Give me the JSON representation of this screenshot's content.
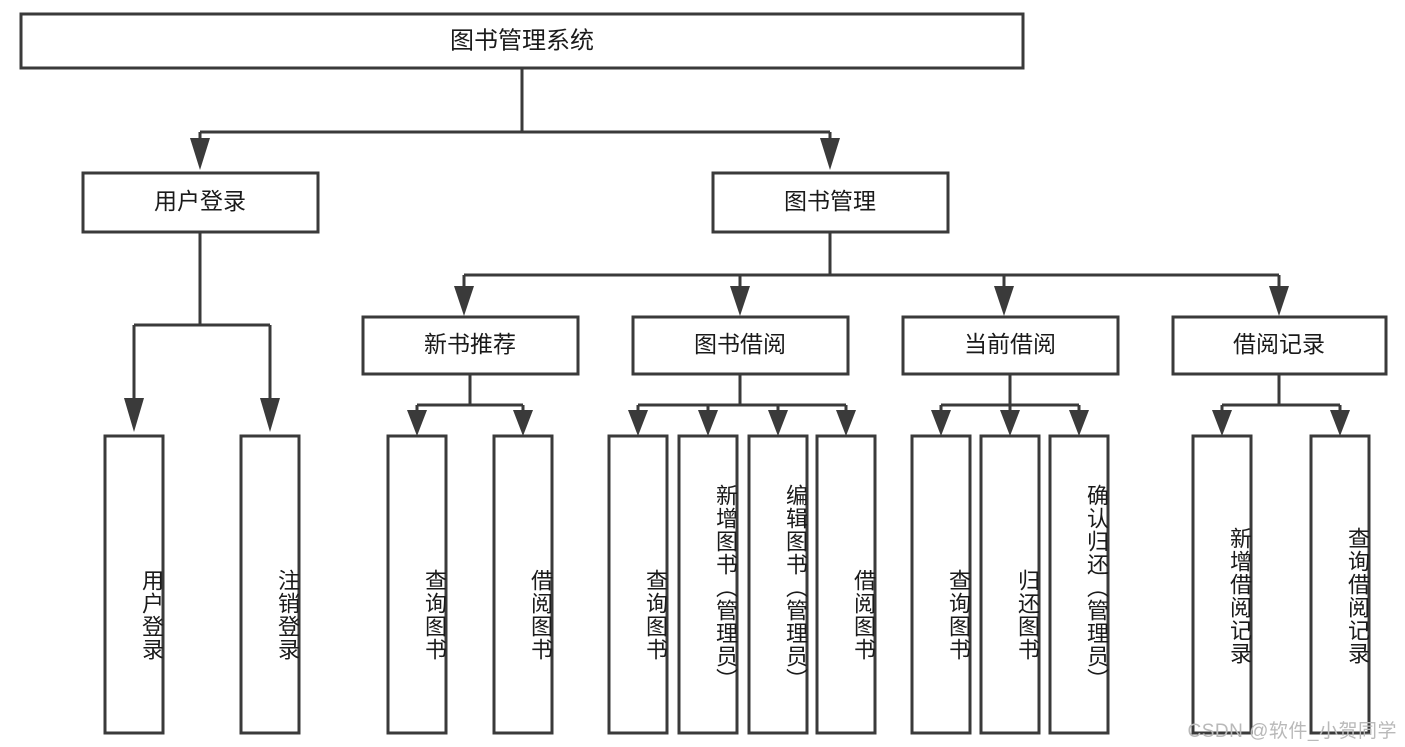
{
  "diagram": {
    "type": "tree-hierarchy-diagram",
    "title": "图书管理系统",
    "watermark": "CSDN @软件_小贺同学",
    "colors": {
      "stroke": "#3a3a3a",
      "box_fill": "#ffffff",
      "text": "#1a1a1a",
      "background": "#ffffff",
      "watermark": "#b9b9b9"
    },
    "root": {
      "label": "图书管理系统",
      "level": 1
    },
    "level2": [
      {
        "label": "用户登录"
      },
      {
        "label": "图书管理"
      }
    ],
    "level3": [
      {
        "label": "新书推荐",
        "parent": "图书管理"
      },
      {
        "label": "图书借阅",
        "parent": "图书管理"
      },
      {
        "label": "当前借阅",
        "parent": "图书管理"
      },
      {
        "label": "借阅记录",
        "parent": "图书管理"
      }
    ],
    "leaves": {
      "用户登录": [
        "用户登录",
        "注销登录"
      ],
      "新书推荐": [
        "查询图书",
        "借阅图书"
      ],
      "图书借阅": [
        "查询图书",
        "新增图书（管理员）",
        "编辑图书（管理员）",
        "借阅图书"
      ],
      "当前借阅": [
        "查询图书",
        "归还图书",
        "确认归还（管理员）"
      ],
      "借阅记录": [
        "新增借阅记录",
        "查询借阅记录"
      ]
    }
  },
  "nodes": {
    "root": "图书管理系统",
    "l2_user_login": "用户登录",
    "l2_book_mgmt": "图书管理",
    "l3_new_book_rec": "新书推荐",
    "l3_book_borrow": "图书借阅",
    "l3_current_borrow": "当前借阅",
    "l3_borrow_record": "借阅记录",
    "leaf_user_login": "用户登录",
    "leaf_logout": "注销登录",
    "leaf_query_book_a": "查询图书",
    "leaf_borrow_book_a": "借阅图书",
    "leaf_query_book_b": "查询图书",
    "leaf_add_book_admin": "新增图书（管理员）",
    "leaf_edit_book_admin": "编辑图书（管理员）",
    "leaf_borrow_book_b": "借阅图书",
    "leaf_query_book_c": "查询图书",
    "leaf_return_book": "归还图书",
    "leaf_confirm_return_admin": "确认归还（管理员）",
    "leaf_add_borrow_record": "新增借阅记录",
    "leaf_query_borrow_record": "查询借阅记录"
  },
  "footer": {
    "watermark": "CSDN @软件_小贺同学"
  }
}
